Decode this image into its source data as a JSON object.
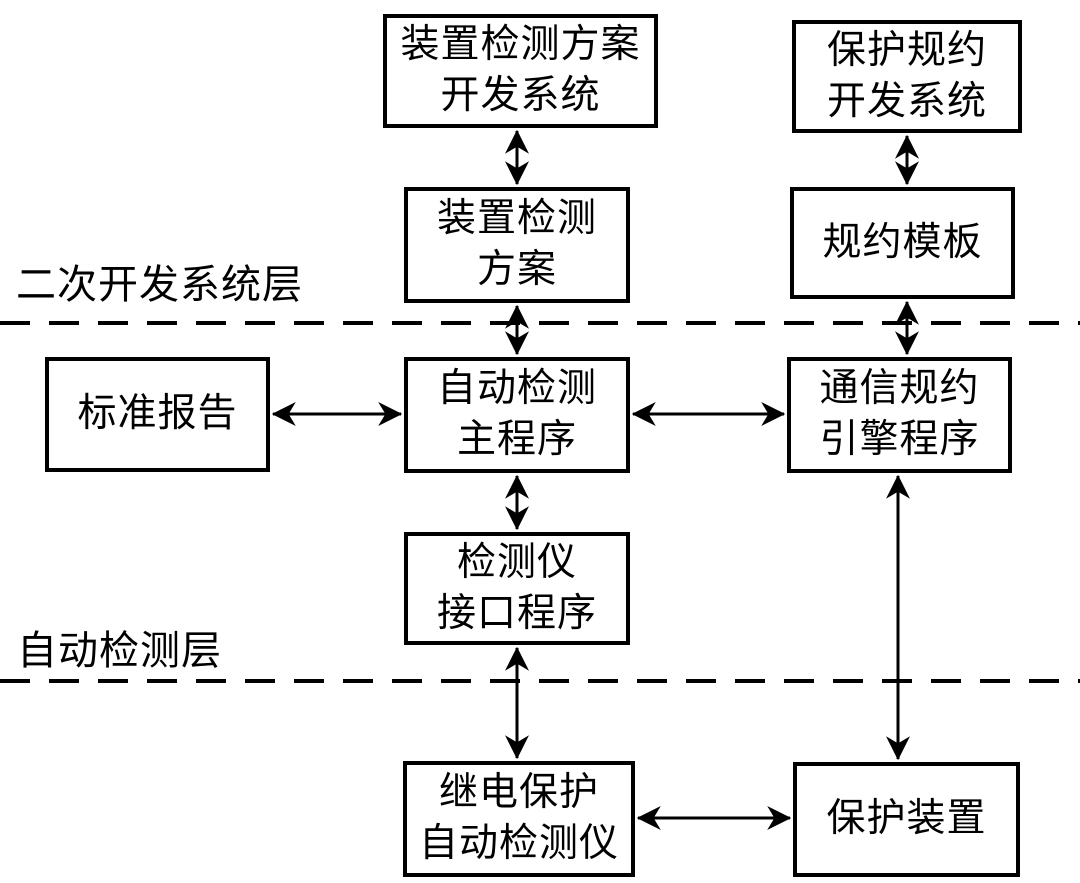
{
  "nodes": {
    "scheme_dev_system": {
      "label": "装置检测方案\n开发系统"
    },
    "protocol_dev_system": {
      "label": "保护规约\n开发系统"
    },
    "test_scheme": {
      "label": "装置检测\n方案"
    },
    "protocol_template": {
      "label": "规约模板"
    },
    "standard_report": {
      "label": "标准报告"
    },
    "auto_test_main": {
      "label": "自动检测\n主程序"
    },
    "protocol_engine": {
      "label": "通信规约\n引擎程序"
    },
    "tester_interface": {
      "label": "检测仪\n接口程序"
    },
    "relay_tester": {
      "label": "继电保护\n自动检测仪"
    },
    "protection_device": {
      "label": "保护装置"
    }
  },
  "layers": {
    "secondary_dev": {
      "label": "二次开发系统层"
    },
    "auto_test": {
      "label": "自动检测层"
    }
  },
  "edges": [
    {
      "from": "装置检测方案开发系统",
      "to": "装置检测方案",
      "type": "bidirectional"
    },
    {
      "from": "保护规约开发系统",
      "to": "规约模板",
      "type": "bidirectional"
    },
    {
      "from": "装置检测方案",
      "to": "自动检测主程序",
      "type": "bidirectional"
    },
    {
      "from": "规约模板",
      "to": "通信规约引擎程序",
      "type": "bidirectional"
    },
    {
      "from": "标准报告",
      "to": "自动检测主程序",
      "type": "bidirectional"
    },
    {
      "from": "自动检测主程序",
      "to": "通信规约引擎程序",
      "type": "bidirectional"
    },
    {
      "from": "自动检测主程序",
      "to": "检测仪接口程序",
      "type": "bidirectional"
    },
    {
      "from": "检测仪接口程序",
      "to": "继电保护自动检测仪",
      "type": "bidirectional"
    },
    {
      "from": "通信规约引擎程序",
      "to": "保护装置",
      "type": "bidirectional"
    },
    {
      "from": "继电保护自动检测仪",
      "to": "保护装置",
      "type": "bidirectional"
    }
  ],
  "colors": {
    "line": "#000000",
    "text": "#000000",
    "background": "#ffffff"
  }
}
